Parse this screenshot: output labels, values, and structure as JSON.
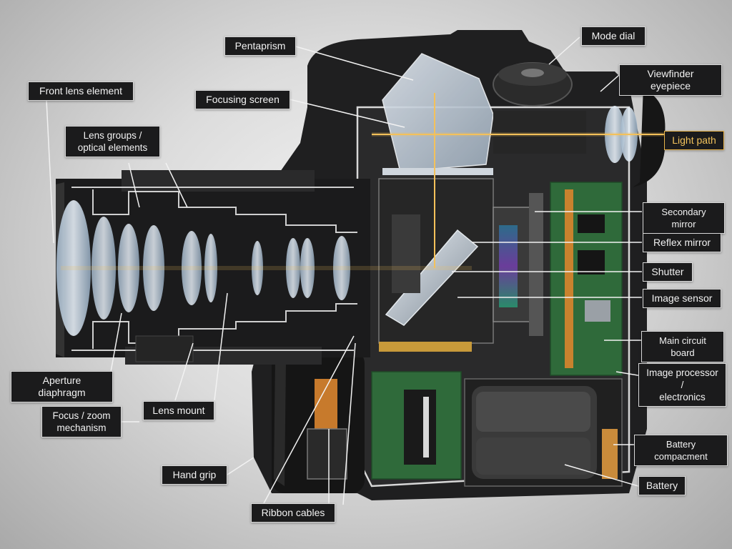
{
  "labels": {
    "front_lens_element": "Front lens element",
    "lens_groups": "Lens groups /\noptical elements",
    "pentaprism": "Pentaprism",
    "focusing_screen": "Focusing screen",
    "mode_dial": "Mode dial",
    "viewfinder_eyepiece": "Viewfinder eyepiece",
    "light_path": "Light path",
    "secondary_mirror": "Secondary mirror",
    "reflex_mirror": "Reflex mirror",
    "shutter": "Shutter",
    "image_sensor": "Image sensor",
    "main_circuit_board": "Main circuit board",
    "image_processor": "Image processor /\nelectronics",
    "battery_compartment": "Battery compacment",
    "battery": "Battery",
    "aperture_diaphragm": "Aperture diaphragm",
    "focus_zoom": "Focus / zoom\nmechanism",
    "lens_mount": "Lens mount",
    "hand_grip": "Hand grip",
    "ribbon_cables": "Ribbon cables"
  },
  "colors": {
    "light_path": "#f4c15a",
    "label_bg": "#1b1b1c",
    "label_border": "#d8d8d8",
    "circuit_board": "#2f6a3a",
    "sensor": "#5a3a8c"
  }
}
